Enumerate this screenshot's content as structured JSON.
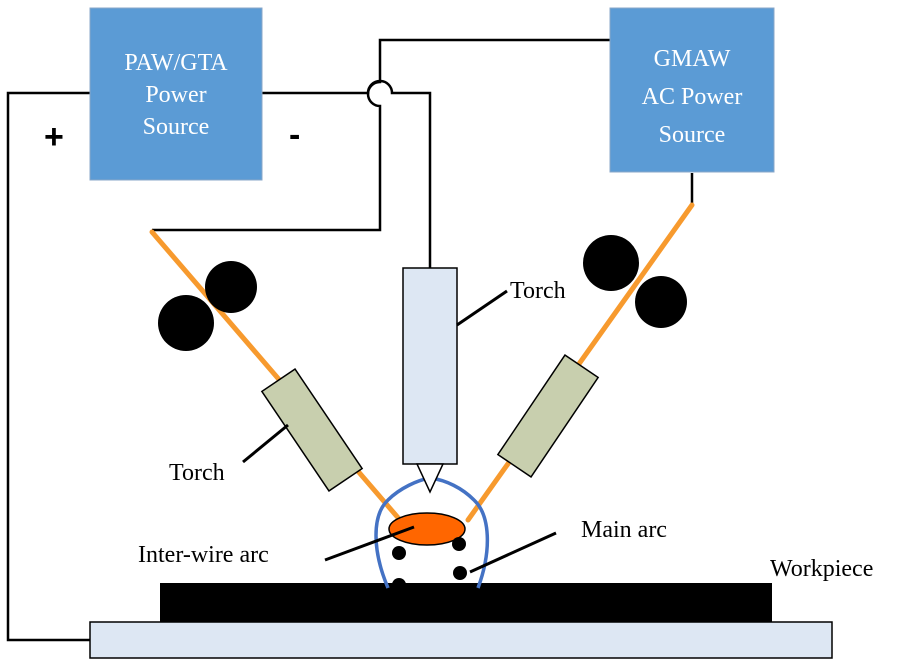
{
  "power_sources": {
    "paw_gta": {
      "lines": [
        "PAW/GTA",
        "Power",
        "Source"
      ],
      "fill": "#5b9bd5"
    },
    "gmaw": {
      "lines": [
        "GMAW",
        "AC Power",
        "Source"
      ],
      "fill": "#5b9bd5"
    }
  },
  "polarity": {
    "plus": "+",
    "minus": "-"
  },
  "labels": {
    "torch_center": "Torch",
    "torch_left": "Torch",
    "inter_wire_arc": "Inter-wire arc",
    "main_arc": "Main arc",
    "workpiece": "Workpiece"
  },
  "colors": {
    "wire": "#f79a2e",
    "arc_outline": "#4472c4",
    "inter_wire_arc_fill": "#ff6600",
    "torch_body_center": "#dde7f3",
    "torch_body_side": "#c8cfae",
    "roller": "#000000",
    "workpiece": "#000000",
    "base_plate": "#dde7f3"
  }
}
